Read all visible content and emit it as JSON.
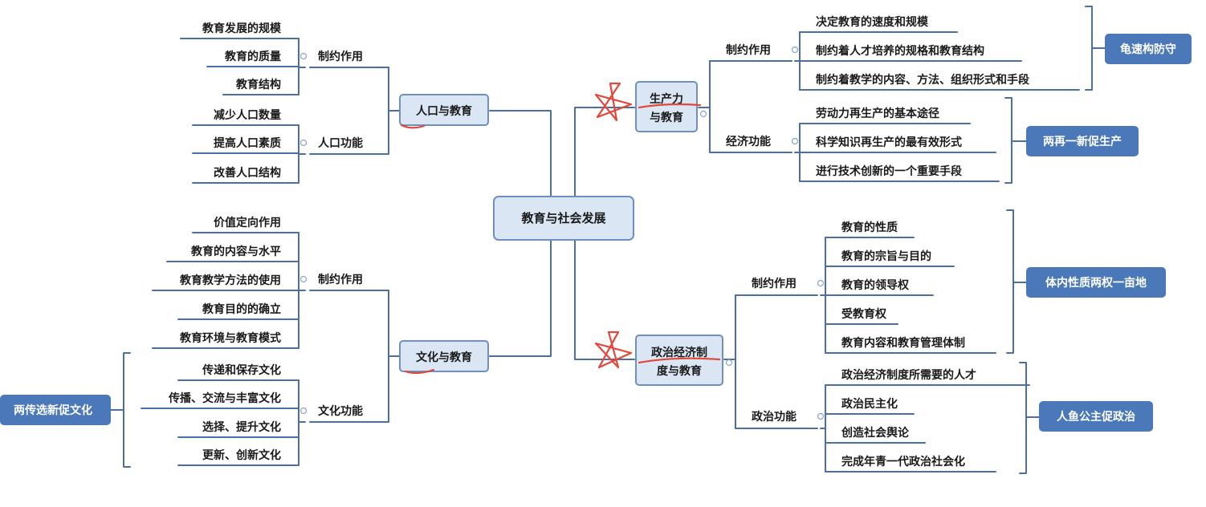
{
  "central": "教育与社会发展",
  "branches": {
    "population": {
      "label": "人口与教育",
      "groups": [
        {
          "label": "制约作用",
          "items": [
            "教育发展的规模",
            "教育的质量",
            "教育结构"
          ]
        },
        {
          "label": "人口功能",
          "items": [
            "减少人口数量",
            "提高人口素质",
            "改善人口结构"
          ]
        }
      ]
    },
    "culture": {
      "label": "文化与教育",
      "groups": [
        {
          "label": "制约作用",
          "items": [
            "价值定向作用",
            "教育的内容与水平",
            "教育教学方法的使用",
            "教育目的的确立",
            "教育环境与教育模式"
          ]
        },
        {
          "label": "文化功能",
          "items": [
            "传递和保存文化",
            "传播、交流与丰富文化",
            "选择、提升文化",
            "更新、创新文化"
          ]
        }
      ],
      "summaries": [
        "两传选新促文化"
      ]
    },
    "productivity": {
      "label_lines": [
        "生产力",
        "与教育"
      ],
      "groups": [
        {
          "label": "制约作用",
          "items": [
            "决定教育的速度和规模",
            "制约着人才培养的规格和教育结构",
            "制约着教学的内容、方法、组织形式和手段"
          ]
        },
        {
          "label": "经济功能",
          "items": [
            "劳动力再生产的基本途径",
            "科学知识再生产的最有效形式",
            "进行技术创新的一个重要手段"
          ]
        }
      ],
      "summaries": [
        "龟速构防守",
        "两再一新促生产"
      ]
    },
    "politics": {
      "label_lines": [
        "政治经济制",
        "度与教育"
      ],
      "groups": [
        {
          "label": "制约作用",
          "items": [
            "教育的性质",
            "教育的宗旨与目的",
            "教育的领导权",
            "受教育权",
            "教育内容和教育管理体制"
          ]
        },
        {
          "label": "政治功能",
          "items": [
            "政治经济制度所需要的人才",
            "政治民主化",
            "创造社会舆论",
            "完成年青一代政治社会化"
          ]
        }
      ],
      "summaries": [
        "体内性质两权一亩地",
        "人鱼公主促政治"
      ]
    }
  },
  "colors": {
    "line": "#4a6fa5",
    "node_fill": "#dbe6f4",
    "node_stroke": "#6f8fbf",
    "summary_fill": "#4a78b8",
    "annotation_red": "#e2483a",
    "text": "#1a1a1a"
  }
}
